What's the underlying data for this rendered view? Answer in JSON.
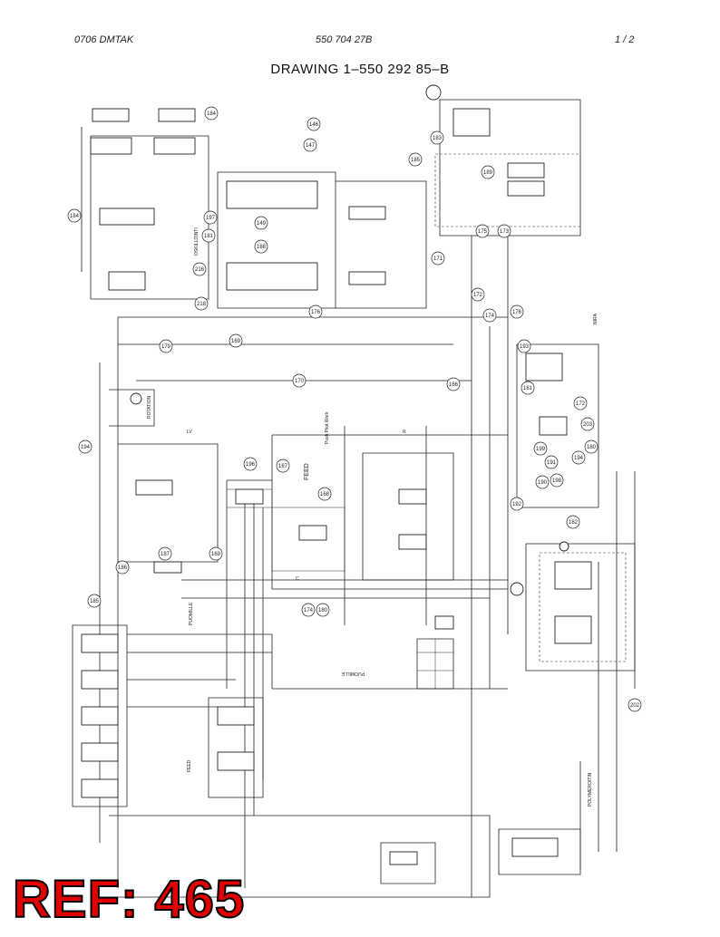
{
  "header": {
    "left": "0706  DMTAK",
    "center": "550 704 27B",
    "right": "1 /  2"
  },
  "title": "DRAWING  1–550 292 85–B",
  "labels": {
    "rotation": "ROTATION",
    "feed": "FEED",
    "feed2": "FEED",
    "pumulle": "PUOMILLE",
    "puomille2": "PUOMILLE",
    "oskillointi": "OSKILLOINTI",
    "nira": "NIRA",
    "polymeroitin": "POLYMEROITIN",
    "push_pilot": "Push Pilot Work",
    "lv": "LV",
    "r": "R",
    "c": "C"
  },
  "callouts": [
    "184",
    "183",
    "189",
    "185",
    "147",
    "146",
    "184",
    "197",
    "149",
    "181",
    "188",
    "216",
    "218",
    "176",
    "179",
    "169",
    "170",
    "171",
    "175",
    "173",
    "172",
    "174",
    "176",
    "166",
    "193",
    "161",
    "172",
    "203",
    "199",
    "180",
    "191",
    "194",
    "190",
    "198",
    "192",
    "182",
    "194",
    "196",
    "167",
    "168",
    "187",
    "169",
    "186",
    "185",
    "174",
    "180",
    "202"
  ],
  "ref": "REF: 465"
}
